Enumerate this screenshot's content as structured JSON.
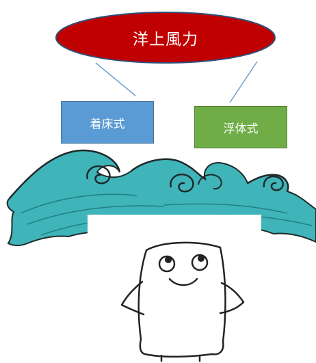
{
  "title": {
    "text": "洋上風力",
    "fill": "#c00000"
  },
  "types": [
    {
      "label": "着床式",
      "fill": "#5b9bd5"
    },
    {
      "label": "浮体式",
      "fill": "#70ad47"
    }
  ],
  "illustration": {
    "wave_color": "#3fb4b9",
    "outline_color": "#1e2a2a"
  }
}
